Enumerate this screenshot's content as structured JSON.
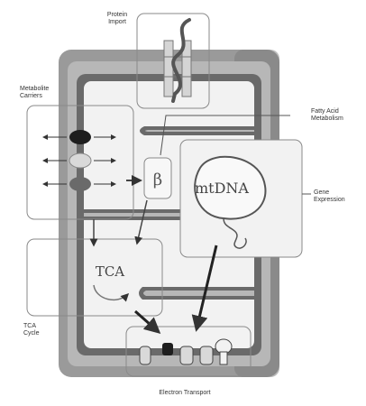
{
  "labels": {
    "protein_import": [
      "Protein",
      "Import"
    ],
    "metabolite_carriers": [
      "Metabolite",
      "Carriers"
    ],
    "fatty_acid": [
      "Fatty Acid",
      "Metabolism"
    ],
    "gene_expression": [
      "Gene",
      "Expression"
    ],
    "tca_cycle": [
      "TCA",
      "Cycle"
    ],
    "electron_transport": "Electron Transport",
    "tca": "TCA",
    "beta": "β",
    "mtdna": "mtDNA"
  },
  "colors": {
    "outer_membrane": "#9a9a9a",
    "outer_membrane_dark": "#6f6f6f",
    "inner_membrane": "#6a6a6a",
    "matrix": "#f2f2f2",
    "ims": "#b7b7b7",
    "oval_dark": "#1e1e1e",
    "oval_light": "#d9d9d9",
    "oval_mid": "#6a6a6a",
    "box_stroke": "#8a8a8a"
  },
  "icons": [
    "protein-import-channel-icon",
    "arrow-icon",
    "coil-icon"
  ]
}
